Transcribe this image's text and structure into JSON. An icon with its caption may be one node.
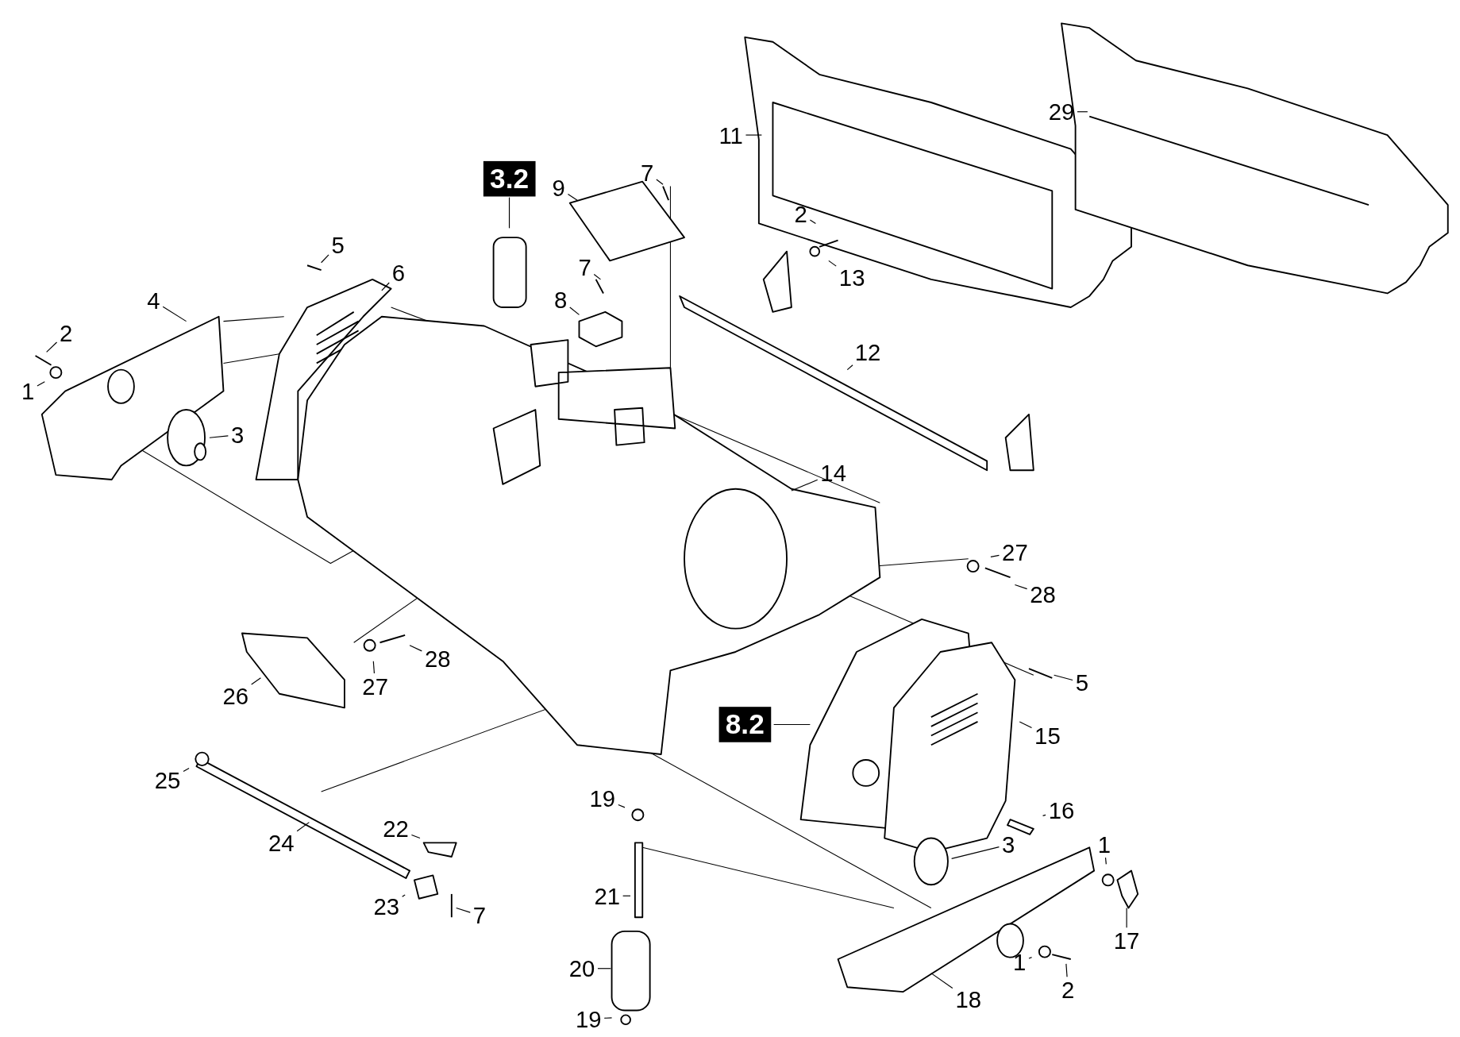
{
  "diagram": {
    "nodes": [
      {
        "text": [
          "11"
        ]
      },
      {
        "text": [
          "29"
        ]
      },
      {
        "text": [
          "3.2"
        ]
      },
      {
        "text": [
          "9"
        ]
      },
      {
        "text": [
          "7"
        ]
      },
      {
        "text": [
          "2"
        ]
      },
      {
        "text": [
          "13"
        ]
      },
      {
        "text": [
          "5"
        ]
      },
      {
        "text": [
          "6"
        ]
      },
      {
        "text": [
          "7"
        ]
      },
      {
        "text": [
          "4"
        ]
      },
      {
        "text": [
          "8"
        ]
      },
      {
        "text": [
          "2"
        ]
      },
      {
        "text": [
          "1"
        ]
      },
      {
        "text": [
          "12"
        ]
      },
      {
        "text": [
          "3"
        ]
      },
      {
        "text": [
          "14"
        ]
      },
      {
        "text": [
          "27"
        ]
      },
      {
        "text": [
          "28"
        ]
      },
      {
        "text": [
          "26"
        ]
      },
      {
        "text": [
          "27"
        ]
      },
      {
        "text": [
          "28"
        ]
      },
      {
        "text": [
          "5"
        ]
      },
      {
        "text": [
          "8.2"
        ]
      },
      {
        "text": [
          "15"
        ]
      },
      {
        "text": [
          "25"
        ]
      },
      {
        "text": [
          "24"
        ]
      },
      {
        "text": [
          "22"
        ]
      },
      {
        "text": [
          "23"
        ]
      },
      {
        "text": [
          "7"
        ]
      },
      {
        "text": [
          "19"
        ]
      },
      {
        "text": [
          "16"
        ]
      },
      {
        "text": [
          "3"
        ]
      },
      {
        "text": [
          "1"
        ]
      },
      {
        "text": [
          "21"
        ]
      },
      {
        "text": [
          "17"
        ]
      },
      {
        "text": [
          "20"
        ]
      },
      {
        "text": [
          "1"
        ]
      },
      {
        "text": [
          "2"
        ]
      },
      {
        "text": [
          "18"
        ]
      },
      {
        "text": [
          "19"
        ]
      }
    ],
    "edges": [
      {
        "from": 0,
        "to": null,
        "arrow": "none"
      },
      {
        "from": 1,
        "to": null,
        "arrow": "none"
      },
      {
        "from": 2,
        "to": null,
        "arrow": "none"
      },
      {
        "from": 3,
        "to": null,
        "arrow": "none"
      },
      {
        "from": 4,
        "to": null,
        "arrow": "none"
      },
      {
        "from": 5,
        "to": null,
        "arrow": "none"
      },
      {
        "from": 6,
        "to": null,
        "arrow": "none"
      },
      {
        "from": 7,
        "to": null,
        "arrow": "none"
      },
      {
        "from": 8,
        "to": null,
        "arrow": "none"
      },
      {
        "from": 9,
        "to": null,
        "arrow": "none"
      },
      {
        "from": 10,
        "to": null,
        "arrow": "none"
      },
      {
        "from": 11,
        "to": null,
        "arrow": "none"
      },
      {
        "from": 12,
        "to": null,
        "arrow": "none"
      },
      {
        "from": 13,
        "to": null,
        "arrow": "none"
      },
      {
        "from": 14,
        "to": null,
        "arrow": "none"
      },
      {
        "from": 15,
        "to": null,
        "arrow": "none"
      },
      {
        "from": 16,
        "to": null,
        "arrow": "none"
      },
      {
        "from": 17,
        "to": null,
        "arrow": "none"
      },
      {
        "from": 18,
        "to": null,
        "arrow": "none"
      },
      {
        "from": 19,
        "to": null,
        "arrow": "none"
      },
      {
        "from": 20,
        "to": null,
        "arrow": "none"
      },
      {
        "from": 21,
        "to": null,
        "arrow": "none"
      },
      {
        "from": 22,
        "to": null,
        "arrow": "none"
      },
      {
        "from": 23,
        "to": null,
        "arrow": "none"
      },
      {
        "from": 24,
        "to": null,
        "arrow": "none"
      },
      {
        "from": 25,
        "to": null,
        "arrow": "none"
      },
      {
        "from": 26,
        "to": null,
        "arrow": "none"
      },
      {
        "from": 27,
        "to": null,
        "arrow": "none"
      },
      {
        "from": 28,
        "to": null,
        "arrow": "none"
      },
      {
        "from": 29,
        "to": null,
        "arrow": "none"
      },
      {
        "from": 30,
        "to": null,
        "arrow": "none"
      },
      {
        "from": 31,
        "to": null,
        "arrow": "none"
      },
      {
        "from": 32,
        "to": null,
        "arrow": "none"
      },
      {
        "from": 33,
        "to": null,
        "arrow": "none"
      },
      {
        "from": 34,
        "to": null,
        "arrow": "none"
      },
      {
        "from": 35,
        "to": null,
        "arrow": "none"
      },
      {
        "from": 36,
        "to": null,
        "arrow": "none"
      },
      {
        "from": 37,
        "to": null,
        "arrow": "none"
      },
      {
        "from": 38,
        "to": null,
        "arrow": "none"
      },
      {
        "from": 39,
        "to": null,
        "arrow": "none"
      },
      {
        "from": 40,
        "to": null,
        "arrow": "none"
      }
    ]
  }
}
